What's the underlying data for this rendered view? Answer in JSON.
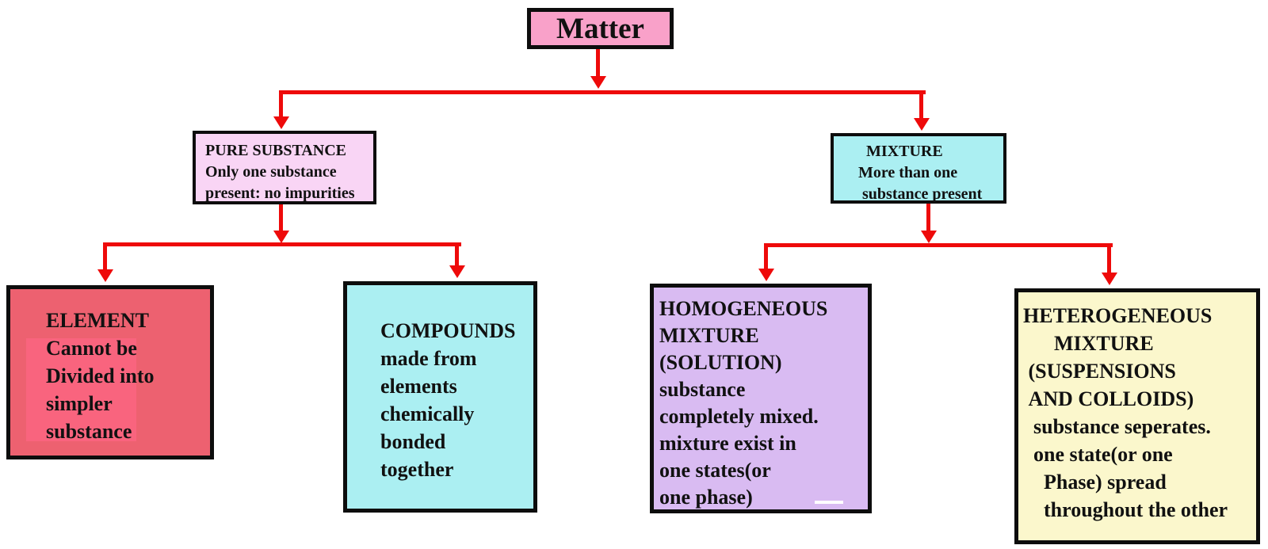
{
  "diagram": {
    "background": "#ffffff",
    "arrow_color": "#ee0a0a",
    "border_color": "#0d0d0d",
    "text_color": "#111111",
    "nodes": {
      "matter": {
        "title": "Matter",
        "fill": "#f9a1c9"
      },
      "pure_substance": {
        "text": "PURE SUBSTANCE\nOnly one substance\npresent: no impurities",
        "fill": "#f9d5f5"
      },
      "mixture": {
        "text": "  MIXTURE\nMore than one\n substance present",
        "fill": "#abeff2"
      },
      "element": {
        "text": "ELEMENT\nCannot be\nDivided into\nsimpler\nsubstance",
        "fill": "#ed6170",
        "highlight_fill": "#f9647e"
      },
      "compounds": {
        "text": "COMPOUNDS\nmade from\nelements\nchemically\nbonded\ntogether",
        "fill": "#abeff2"
      },
      "homogeneous_mixture": {
        "text": "HOMOGENEOUS\nMIXTURE\n(SOLUTION)\nsubstance\ncompletely mixed.\nmixture exist in\none states(or\none phase)",
        "fill": "#d9bbf2"
      },
      "heterogeneous_mixture": {
        "text": "HETEROGENEOUS\n      MIXTURE\n (SUSPENSIONS\n AND COLLOIDS)\n  substance seperates.\n  one state(or one\n    Phase) spread\n    throughout the other",
        "fill": "#fbf7cc"
      }
    }
  }
}
